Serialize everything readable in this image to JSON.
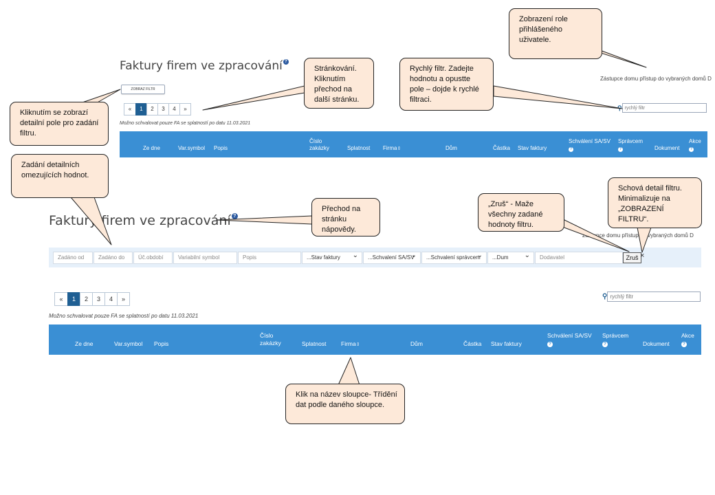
{
  "top": {
    "title": "Faktury firem ve zpracování",
    "help_icon": "?",
    "role_text": "Zástupce domu přístup do vybraných domů D",
    "show_filter_label": "ZOBRAZ FILTR",
    "quick_filter_placeholder": "rychlý filtr",
    "note": "Možno schvalovat pouze FA se splatností po datu 11.03.2021",
    "pagination": [
      "«",
      "1",
      "2",
      "3",
      "4",
      "»"
    ],
    "active_page": "1"
  },
  "bottom": {
    "title": "Faktury firem ve zpracování",
    "help_icon": "?",
    "role_text": "Zástupce domu přístup do vybraných domů D",
    "quick_filter_placeholder": "rychlý filtr",
    "note": "Možno schvalovat pouze FA se splatností po datu 11.03.2021",
    "pagination": [
      "«",
      "1",
      "2",
      "3",
      "4",
      "»"
    ],
    "active_page": "1",
    "filter": {
      "zadano_od": "Zadáno od",
      "zadano_do": "Zadáno do",
      "uc_obdobi": "Úč.období",
      "var_symbol": "Variabilní symbol",
      "popis": "Popis",
      "stav_faktury": "...Stav faktury",
      "schvaleni_sasv": "...Schvalení SA/SV",
      "schvaleni_spravcem": "...Schvalení správcem",
      "dum": "...Dum",
      "dodavatel": "Dodavatel",
      "clear_label": "Zruš",
      "close_glyph": "×"
    }
  },
  "columns": {
    "ze_dne": "Ze dne",
    "var_symbol": "Var.symbol",
    "popis": "Popis",
    "cislo_zakazky_1": "Číslo",
    "cislo_zakazky_2": "zakázky",
    "splatnost": "Splatnost",
    "firma": "Firma",
    "sort_glyph": "⇕",
    "dum": "Dům",
    "castka": "Částka",
    "stav_faktury": "Stav faktury",
    "schvaleni_sasv": "Schválení SA/SV",
    "spravcem": "Správcem",
    "dokument": "Dokument",
    "akce": "Akce",
    "question": "?"
  },
  "callouts": {
    "role": "Zobrazení role přihlášeného uživatele.",
    "paging": "Stránkování. Kliknutím přechod na další stránku.",
    "quick_filter": "Rychlý filtr. Zadejte hodnotu a opustte pole – dojde k rychlé filtraci.",
    "show_filter": "Kliknutím se zobrazí detailní pole pro zadání filtru.",
    "detail_values": "Zadání detailních omezujících hodnot.",
    "hide_filter": "Schová detail filtru. Minimalizuje na „ZOBRAZENÍ FILTRU“.",
    "clear": "„Zruš“ - Maže všechny zadané hodnoty filtru.",
    "help": "Přechod na stránku nápovědy.",
    "sort": "Klik na název sloupce- Třídění dat podle daného sloupce."
  }
}
